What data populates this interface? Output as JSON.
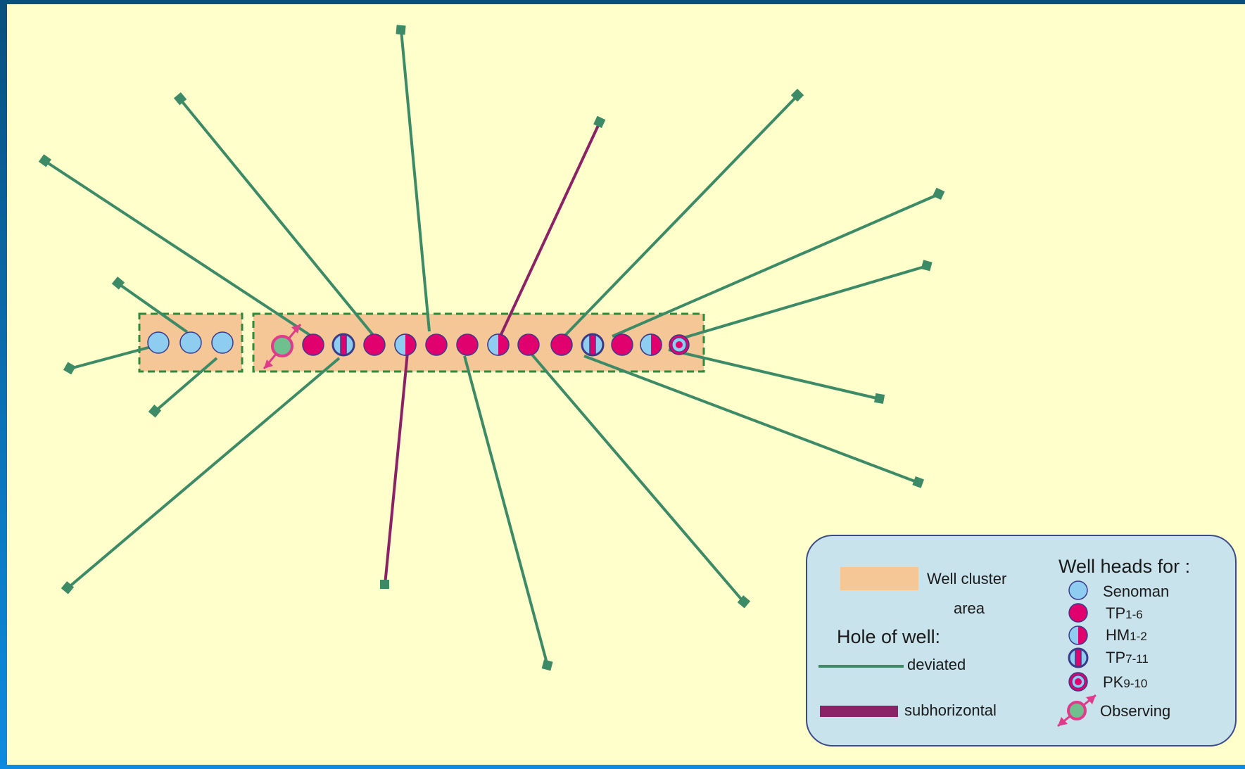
{
  "colors": {
    "background": "#ffffcc",
    "cluster_area": "#f5c797",
    "cluster_border": "#2d8a3c",
    "deviated": "#3d8a66",
    "subhorizontal": "#8b2266",
    "senoman": "#8ecdf0",
    "tp": "#e0006e",
    "well_outline": "#3a3a8a",
    "observing_fill": "#6fbf8f",
    "observing_arrow": "#e03a8c",
    "legend_bg": "#c9e3ec"
  },
  "legend": {
    "cluster_label_line1": "Well cluster",
    "cluster_label_line2": "area",
    "hole_title": "Hole of well:",
    "deviated_label": "deviated",
    "subhorizontal_label": "subhorizontal",
    "heads_title": "Well heads for :",
    "heads": [
      {
        "key": "senoman",
        "icon": "senoman-icon",
        "label": "Senoman",
        "sub": ""
      },
      {
        "key": "tp16",
        "icon": "tp-icon",
        "label": "TP",
        "sub": "1-6"
      },
      {
        "key": "hm12",
        "icon": "hm-icon",
        "label": "HM",
        "sub": "1-2"
      },
      {
        "key": "tp711",
        "icon": "tp-7-11-icon",
        "label": "TP",
        "sub": "7-11"
      },
      {
        "key": "pk910",
        "icon": "pk-icon",
        "label": "PK",
        "sub": "9-10"
      },
      {
        "key": "observing",
        "icon": "observing-icon",
        "label": "Observing",
        "sub": ""
      }
    ]
  }
}
